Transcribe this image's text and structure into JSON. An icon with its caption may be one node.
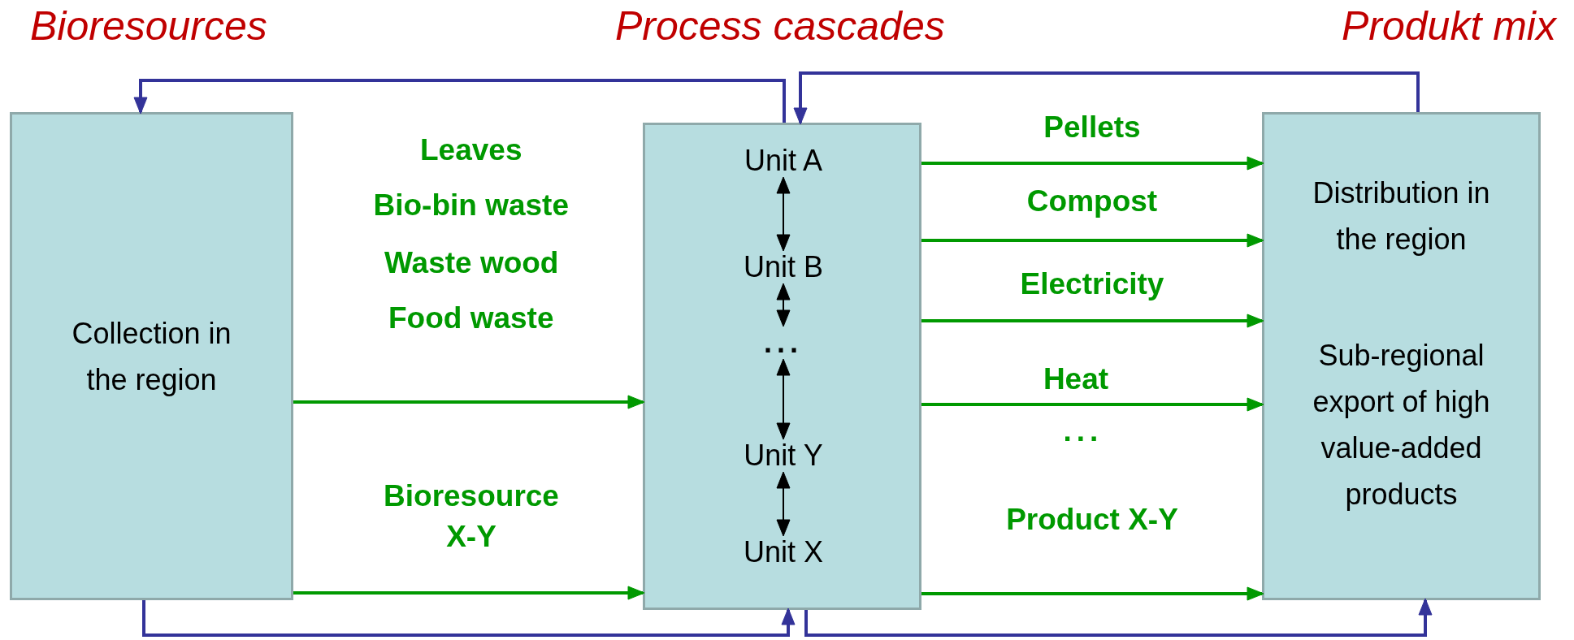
{
  "diagram": {
    "nodes": [
      {
        "text": [
          "Collection in the region"
        ]
      },
      {
        "text": [],
        "shape": "box"
      },
      {
        "text": [
          "Unit A"
        ],
        "in": 1
      },
      {
        "text": [
          "Unit B"
        ],
        "in": 1
      },
      {
        "text": [
          "..."
        ],
        "in": 1
      },
      {
        "text": [
          "Unit Y"
        ],
        "in": 1
      },
      {
        "text": [
          "Unit X"
        ],
        "in": 1
      },
      {
        "text": [
          "Distribution in the region",
          "Sub-regional export of high value-added products"
        ]
      }
    ],
    "edges": [
      {
        "from": 1,
        "to": 0,
        "arrow": "to",
        "color": "#333399"
      },
      {
        "from": 7,
        "to": 1,
        "arrow": "to",
        "color": "#333399"
      },
      {
        "from": 0,
        "to": 1,
        "arrow": "to",
        "color": "#333399"
      },
      {
        "from": 1,
        "to": 7,
        "arrow": "to",
        "color": "#333399"
      },
      {
        "from": 0,
        "to": 1,
        "arrow": "to"
      },
      {
        "from": 0,
        "to": 1,
        "label": "Bioresource X-Y",
        "arrow": "to"
      },
      {
        "from": 2,
        "to": 3,
        "arrow": "both",
        "color": "#000000"
      },
      {
        "from": 3,
        "to": 4,
        "arrow": "both",
        "color": "#000000"
      },
      {
        "from": 4,
        "to": 5,
        "arrow": "both",
        "color": "#000000"
      },
      {
        "from": 5,
        "to": 6,
        "arrow": "both",
        "color": "#000000"
      },
      {
        "from": 1,
        "to": 7,
        "label": "Pellets",
        "arrow": "to"
      },
      {
        "from": 1,
        "to": 7,
        "label": "Compost",
        "arrow": "to"
      },
      {
        "from": 1,
        "to": 7,
        "label": "Electricity",
        "arrow": "to"
      },
      {
        "from": 1,
        "to": 7,
        "label": "Heat",
        "arrow": "to"
      },
      {
        "from": 1,
        "to": 7,
        "label": "Product X-Y",
        "arrow": "to"
      }
    ],
    "labels": [
      "Bioresources",
      "Process cascades",
      "Produkt mix",
      "Leaves",
      "Bio-bin waste",
      "Waste wood",
      "Food waste",
      "..."
    ]
  }
}
